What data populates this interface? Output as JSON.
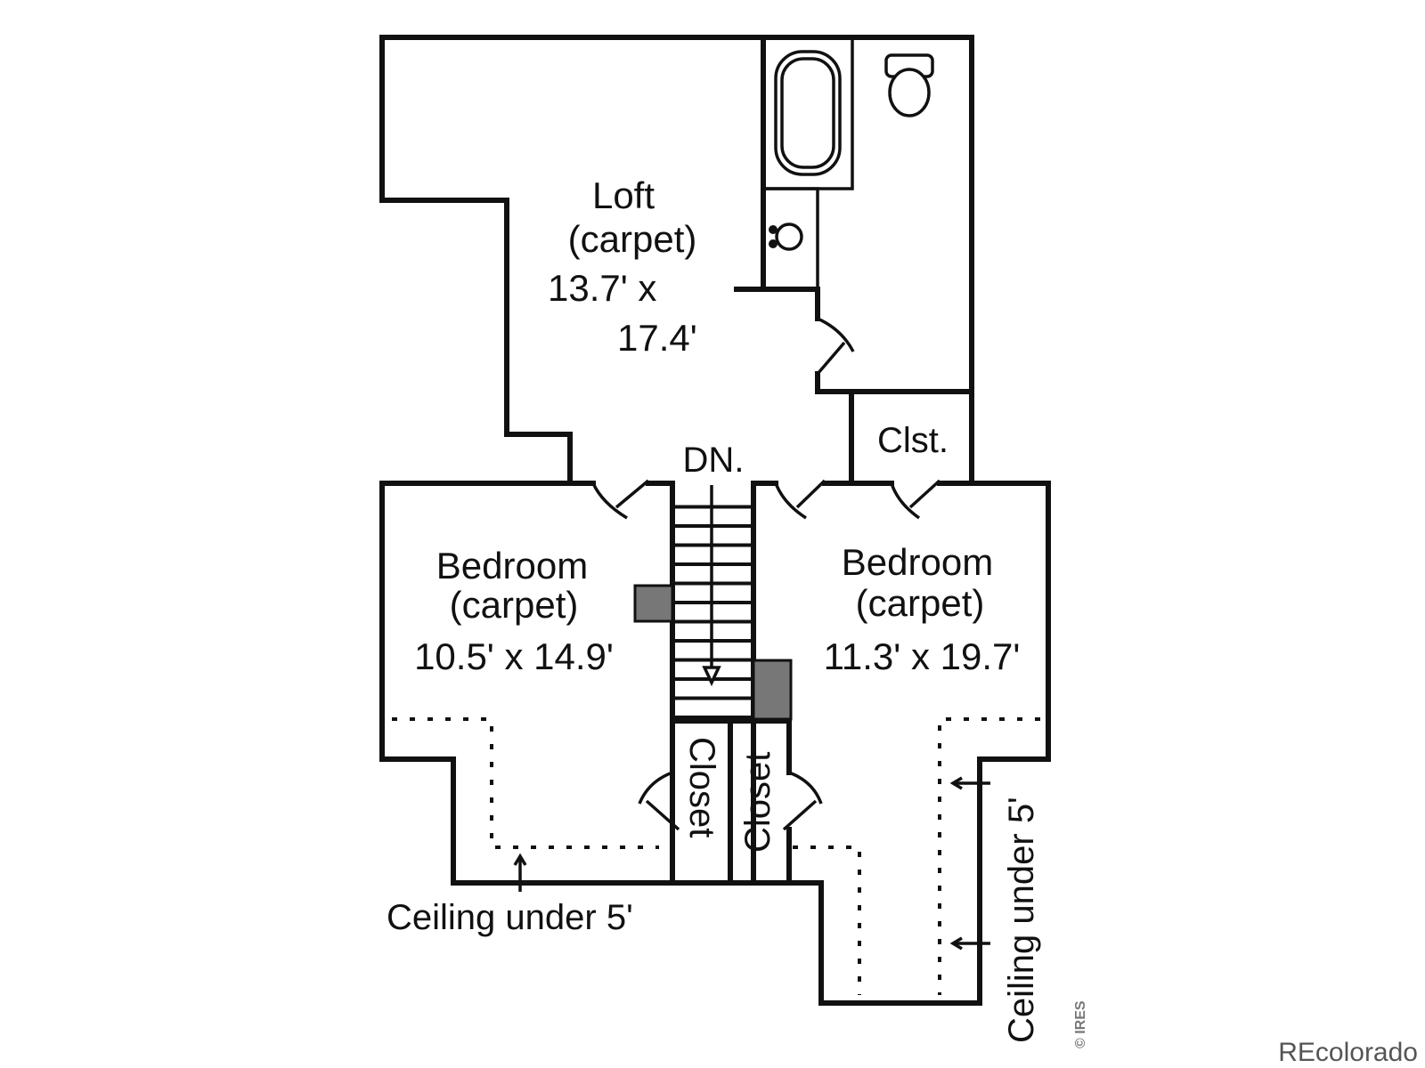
{
  "rooms": {
    "loft": {
      "name": "Loft",
      "floor": "(carpet)",
      "dim_line1": "13.7' x",
      "dim_line2": "17.4'"
    },
    "bedroom_left": {
      "name": "Bedroom",
      "floor": "(carpet)",
      "dims": "10.5' x 14.9'"
    },
    "bedroom_right": {
      "name": "Bedroom",
      "floor": "(carpet)",
      "dims": "11.3' x 19.7'"
    },
    "closet_small": {
      "name": "Clst."
    },
    "closet_left": {
      "name": "Closet"
    },
    "closet_right": {
      "name": "Closet"
    }
  },
  "stairs": {
    "label": "DN."
  },
  "notes": {
    "ceiling_left": "Ceiling under 5'",
    "ceiling_right": "Ceiling under 5'"
  },
  "copyright": "© IRES",
  "watermark": "REcolorado",
  "colors": {
    "wall": "#111111",
    "chimney": "#777777",
    "background": "#ffffff"
  }
}
